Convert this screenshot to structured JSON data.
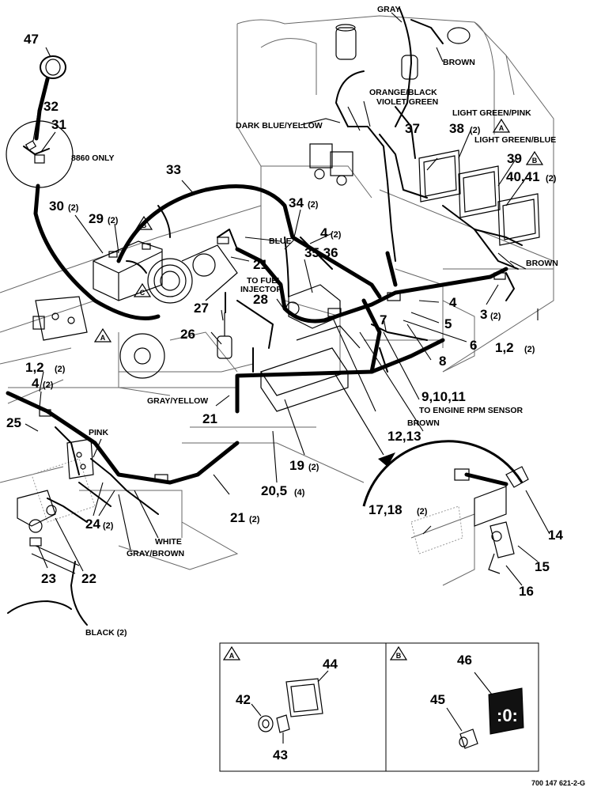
{
  "labels": {
    "l47": "47",
    "l32": "32",
    "l31": "31",
    "l8860": "8860 ONLY",
    "l33": "33",
    "l30": "30",
    "l30q": "(2)",
    "l29": "29",
    "l29q": "(2)",
    "gray": "GRAY",
    "brown_top": "BROWN",
    "orange_black": "ORANGE/BLACK",
    "violet_green": "VIOLET/GREEN",
    "dark_blue_yellow": "DARK BLUE/YELLOW",
    "light_green_pink": "LIGHT GREEN/PINK",
    "light_green_blue": "LIGHT GREEN/BLUE",
    "l37": "37",
    "l38": "38",
    "l38q": "(2)",
    "l39": "39",
    "l40": "40,41",
    "l40q": "(2)",
    "l34": "34",
    "l34q": "(2)",
    "l4a": "4",
    "l4aq": "(2)",
    "blue": "BLUE",
    "l21a": "21",
    "l3536": "35,36",
    "to_fuel_1": "TO FUEL",
    "to_fuel_2": "INJECTOR",
    "l28": "28",
    "l27": "27",
    "l26": "26",
    "brown_right": "BROWN",
    "l4b": "4",
    "l5": "5",
    "l3": "3",
    "l3q": "(2)",
    "l12r": "1,2",
    "l12rq": "(2)",
    "l6": "6",
    "l7": "7",
    "l8": "8",
    "l91011": "9,10,11",
    "to_rpm": "TO ENGINE RPM SENSOR",
    "brown_mid": "BROWN",
    "gray_yellow": "GRAY/YELLOW",
    "l21b": "21",
    "l12l": "1,2",
    "l12lq": "(2)",
    "l4c": "4",
    "l4cq": "(2)",
    "l25": "25",
    "pink": "PINK",
    "l1213": "12,13",
    "l19": "19",
    "l19q": "(2)",
    "l205": "20,5",
    "l205q": "(4)",
    "l21c": "21",
    "l21cq": "(2)",
    "l24": "24",
    "l24q": "(2)",
    "white": "WHITE",
    "gray_brown": "GRAY/BROWN",
    "l23": "23",
    "l22": "22",
    "black": "BLACK (2)",
    "l1718": "17,18",
    "l1718q": "(2)",
    "l14": "14",
    "l15": "15",
    "l16": "16",
    "l44": "44",
    "l42": "42",
    "l43": "43",
    "l46": "46",
    "l45": "45",
    "flag_a": "A",
    "flag_b": "B",
    "flag_c": "C",
    "ref": "700 147 621-2-G"
  },
  "colors": {
    "ink": "#000000",
    "paper": "#ffffff",
    "ghost": "#999999"
  }
}
